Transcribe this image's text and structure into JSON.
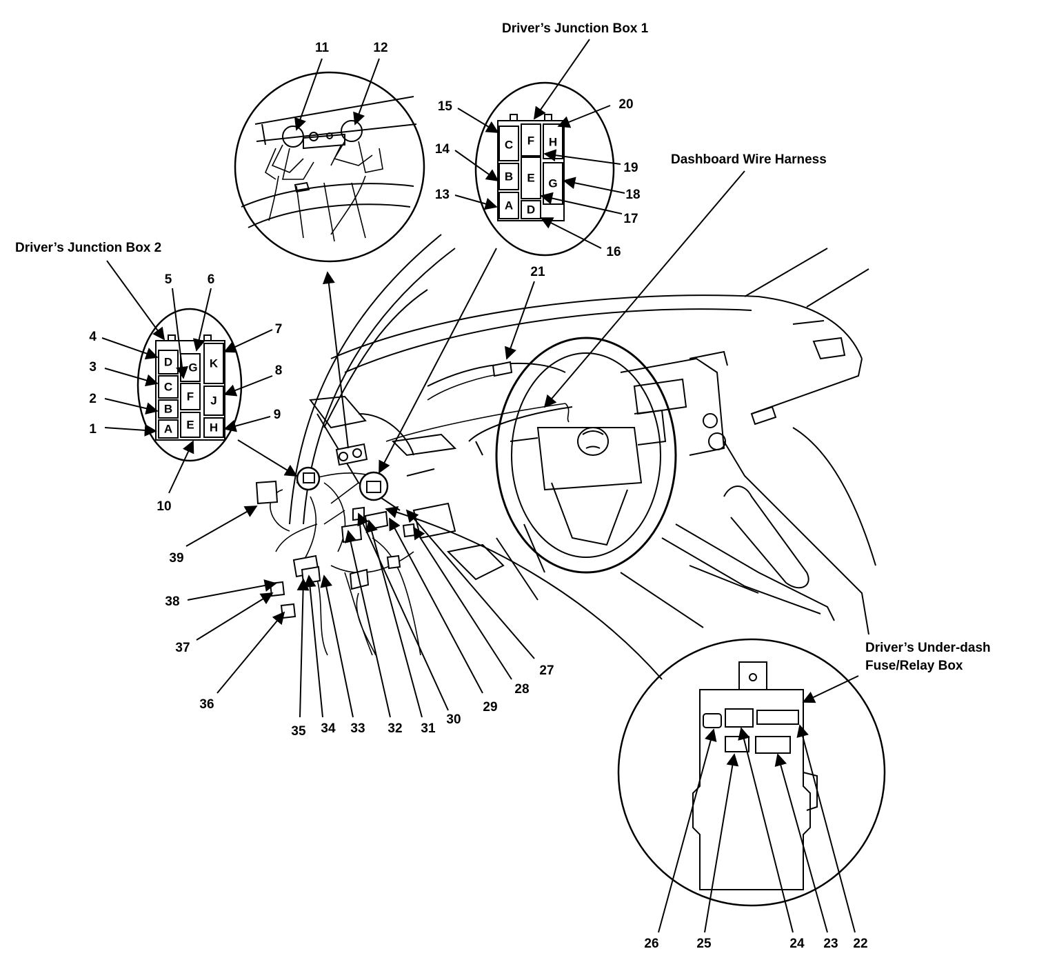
{
  "headers": {
    "djb1": "Driver’s Junction Box 1",
    "djb2": "Driver’s Junction Box 2",
    "harness": "Dashboard Wire Harness",
    "underdash_line1": "Driver’s Under-dash",
    "underdash_line2": "Fuse/Relay Box"
  },
  "connectors_jb1": [
    "A",
    "B",
    "C",
    "D",
    "E",
    "F",
    "G",
    "H"
  ],
  "connectors_jb2": [
    "A",
    "B",
    "C",
    "D",
    "E",
    "F",
    "G",
    "H",
    "J",
    "K"
  ],
  "callouts": [
    "1",
    "2",
    "3",
    "4",
    "5",
    "6",
    "7",
    "8",
    "9",
    "10",
    "11",
    "12",
    "13",
    "14",
    "15",
    "16",
    "17",
    "18",
    "19",
    "20",
    "21",
    "22",
    "23",
    "24",
    "25",
    "26",
    "27",
    "28",
    "29",
    "30",
    "31",
    "32",
    "33",
    "34",
    "35",
    "36",
    "37",
    "38",
    "39"
  ]
}
